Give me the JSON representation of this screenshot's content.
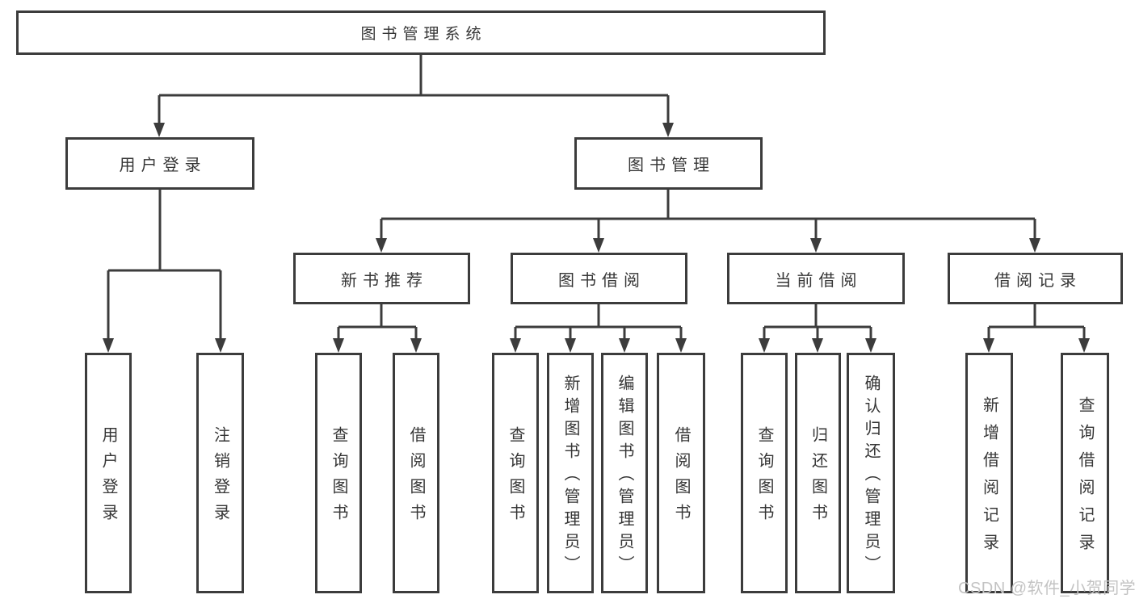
{
  "diagram": {
    "title": "图书管理系统",
    "watermark": "CSDN @软件_小贺同学",
    "colors": {
      "background": "#ffffff",
      "line": "#3c3c3c",
      "border": "#3c3c3c",
      "text": "#363636",
      "watermark": "#c3c3c3"
    },
    "nodes": {
      "root": "图书管理系统",
      "user_login": "用户登录",
      "book_mgmt": "图书管理",
      "new_book_rec": "新书推荐",
      "book_borrow": "图书借阅",
      "current_borrow": "当前借阅",
      "borrow_records": "借阅记录",
      "login_leaf": "用户登录",
      "logout_leaf": "注销登录",
      "nb_query": "查询图书",
      "nb_borrow": "借阅图书",
      "bb_query": "查询图书",
      "bb_add": "新增图书（管理员）",
      "bb_edit": "编辑图书（管理员）",
      "bb_borrow": "借阅图书",
      "cb_query": "查询图书",
      "cb_return": "归还图书",
      "cb_confirm": "确认归还（管理员）",
      "br_add": "新增借阅记录",
      "br_query": "查询借阅记录"
    },
    "hierarchy": {
      "图书管理系统": [
        "用户登录",
        "图书管理"
      ],
      "用户登录": [
        "用户登录",
        "注销登录"
      ],
      "图书管理": [
        "新书推荐",
        "图书借阅",
        "当前借阅",
        "借阅记录"
      ],
      "新书推荐": [
        "查询图书",
        "借阅图书"
      ],
      "图书借阅": [
        "查询图书",
        "新增图书（管理员）",
        "编辑图书（管理员）",
        "借阅图书"
      ],
      "当前借阅": [
        "查询图书",
        "归还图书",
        "确认归还（管理员）"
      ],
      "借阅记录": [
        "新增借阅记录",
        "查询借阅记录"
      ]
    }
  }
}
